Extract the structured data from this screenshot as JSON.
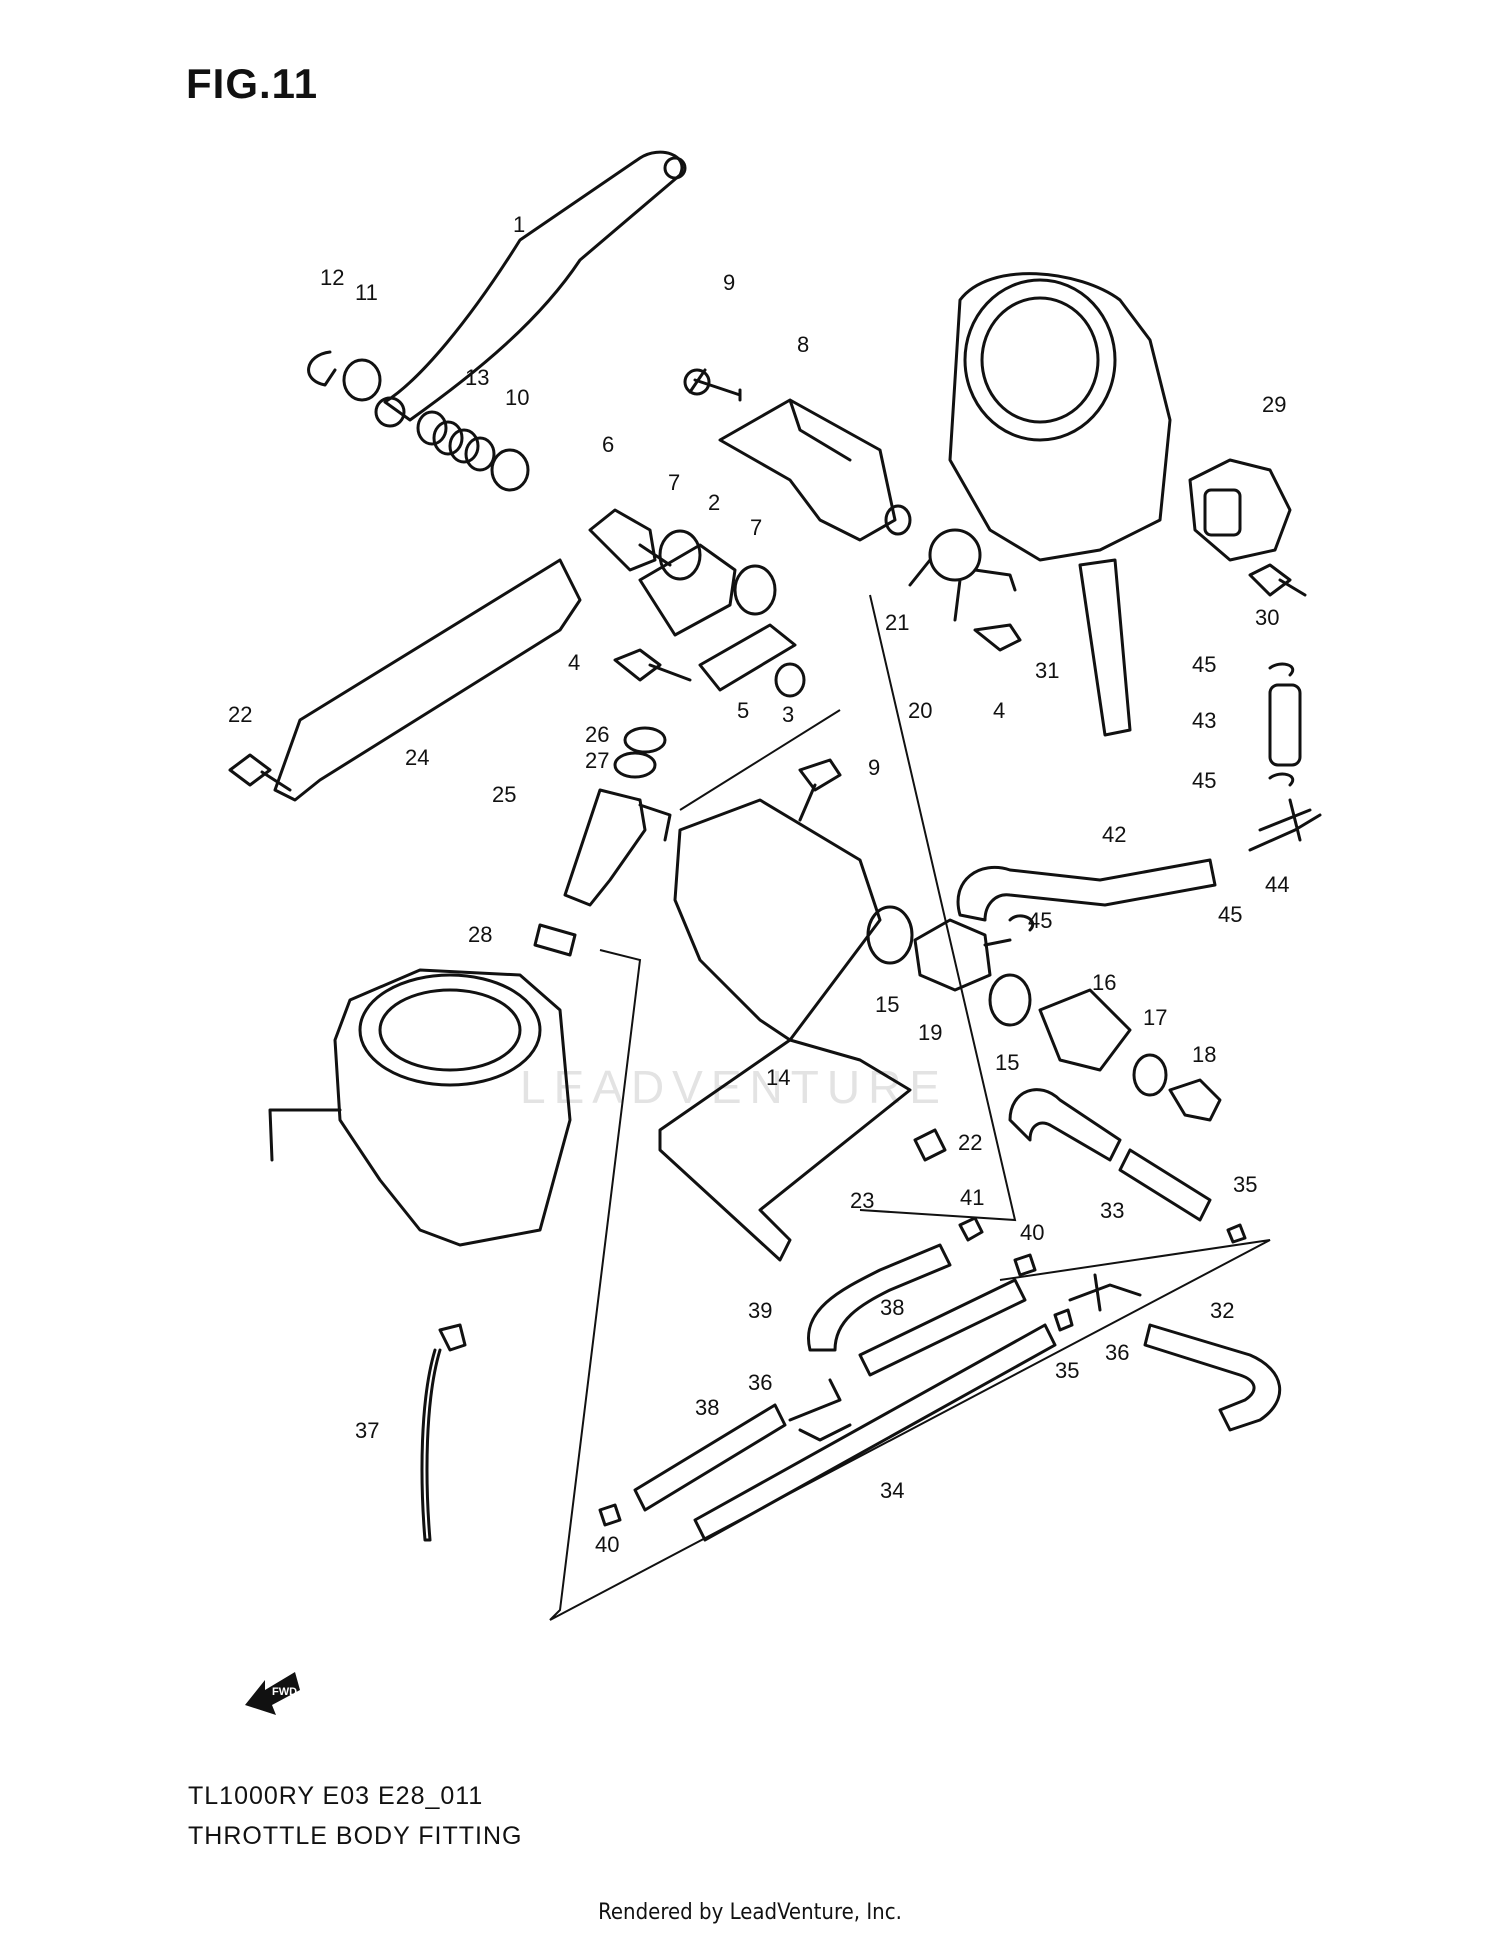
{
  "figure": {
    "label": "FIG.11",
    "model_code": "TL1000RY E03 E28_011",
    "title": "THROTTLE BODY FITTING",
    "credit": "Rendered by LeadVenture, Inc.",
    "watermark": "LEADVENTURE"
  },
  "fwd_arrow": {
    "label": "FWD",
    "icon": "forward-arrow-icon"
  },
  "callouts": [
    "1",
    "12",
    "11",
    "13",
    "10",
    "9",
    "8",
    "6",
    "7",
    "2",
    "7",
    "29",
    "30",
    "4",
    "5",
    "3",
    "21",
    "20",
    "4",
    "31",
    "45",
    "43",
    "45",
    "22",
    "24",
    "26",
    "27",
    "25",
    "9",
    "42",
    "44",
    "45",
    "45",
    "28",
    "15",
    "19",
    "16",
    "17",
    "18",
    "14",
    "15",
    "22",
    "23",
    "41",
    "40",
    "33",
    "35",
    "39",
    "38",
    "36",
    "32",
    "36",
    "35",
    "38",
    "34",
    "37",
    "40"
  ]
}
